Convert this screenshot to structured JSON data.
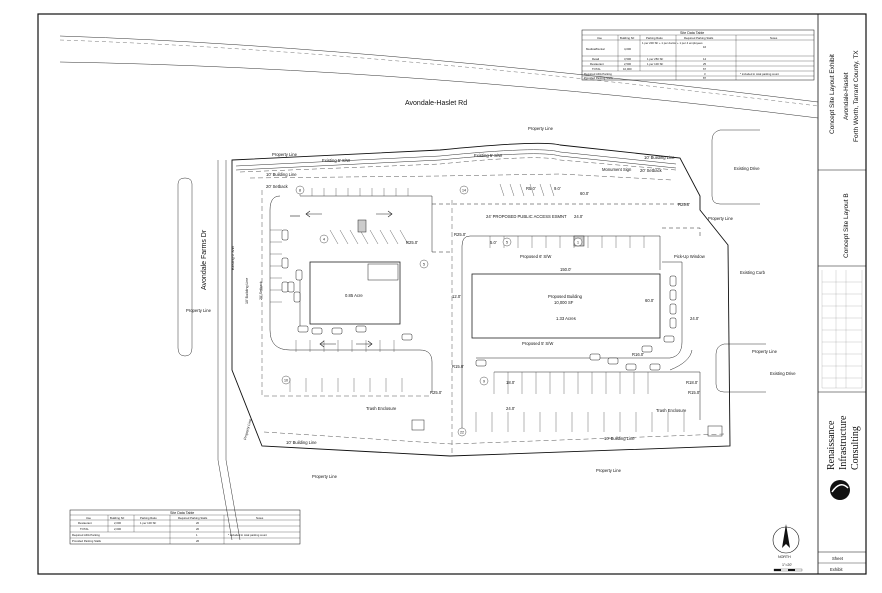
{
  "roads": {
    "avondale_haslet": "Avondale-Haslet Rd",
    "avondale_farms": "Avondale Farms Dr"
  },
  "site_labels": {
    "property_line": "Property Line",
    "existing_sw": "Existing 5' S/W",
    "building_line_10": "10' Building Line",
    "setback_20": "20' Setback",
    "public_access": "24' PROPOSED PUBLIC ACCESS ESMNT",
    "monument_sign": "Monument Sign",
    "existing_drive": "Existing Drive",
    "existing_curb": "Existing Curb",
    "pickup_window": "Pick-Up Window",
    "proposed_sw": "Proposed 6' S/W",
    "proposed_sw_5": "Proposed 5' S/W",
    "trash_enclosure": "Trash Enclosure",
    "west_building": "0.85 Acre",
    "east_building_title": "Proposed Building",
    "east_building_area": "10,000 SF",
    "east_acres": "1.33 Acres",
    "dim_150": "150.0'",
    "dim_60": "60.0'",
    "dim_24": "24.0'",
    "dim_12": "12.0'",
    "dim_18": "18.0'",
    "dim_r25": "R25.0'",
    "dim_r15": "R15.0'",
    "dim_r18": "R18.0'",
    "dim_r16": "R16.0'",
    "dim_r5": "R5.0'",
    "dim_5": "5.0'",
    "dim_9": "9.0'",
    "existing_sw_vert": "Existing 6' S/W",
    "setback_vert": "20' Setback",
    "bldg_line_vert": "10' Building Line",
    "property_line_vert": "Property Line"
  },
  "site_table_top": {
    "title": "Site Data Table",
    "headers": [
      "Use",
      "Building SF",
      "Parking Ratio",
      "Required Parking Stalls",
      "Notes"
    ],
    "rows": [
      [
        "Medical/Dental",
        "4,000",
        "1 per 200 SF + 1 per doctor + 1 per 4 employees",
        "16",
        ""
      ],
      [
        "Retail",
        "3,500",
        "1 per 250 SF",
        "14",
        ""
      ],
      [
        "Restaurant",
        "2,500",
        "1 per 100 SF",
        "25",
        ""
      ],
      [
        "TOTAL",
        "10,000",
        "",
        "67",
        ""
      ],
      [
        "Required ADA Parking",
        "",
        "",
        "3",
        "* included in total parking count"
      ],
      [
        "Provided Parking Stalls",
        "",
        "",
        "87",
        ""
      ]
    ]
  },
  "site_table_bottom": {
    "title": "Site Data Table",
    "headers": [
      "Use",
      "Building SF",
      "Parking Ratio",
      "Required Parking Stalls",
      "Notes"
    ],
    "rows": [
      [
        "Restaurant",
        "2,000",
        "1 per 100 SF",
        "20",
        ""
      ],
      [
        "TOTAL",
        "2,000",
        "",
        "20",
        ""
      ],
      [
        "Required ADA Parking",
        "",
        "",
        "1",
        "* included in total parking count"
      ],
      [
        "Provided Parking Stalls",
        "",
        "",
        "26",
        ""
      ]
    ]
  },
  "title_block": {
    "exhibit_title": "Concept Site Layout Exhibit",
    "project": "Avondale-Haslet",
    "location": "Forth Worth, Tarrant County, TX",
    "layout_name": "Concept Site Layout B",
    "firm_line1": "Renaissance",
    "firm_line2": "Infrastructure",
    "firm_line3": "Consulting",
    "sheet_label": "Sheet",
    "sheet_value": "Exhibit"
  },
  "north_arrow": {
    "label": "NORTH",
    "scale": "1\"=20'"
  },
  "stall_numbers": [
    "8",
    "14",
    "4",
    "5",
    "1",
    "9",
    "10",
    "22",
    "5"
  ]
}
